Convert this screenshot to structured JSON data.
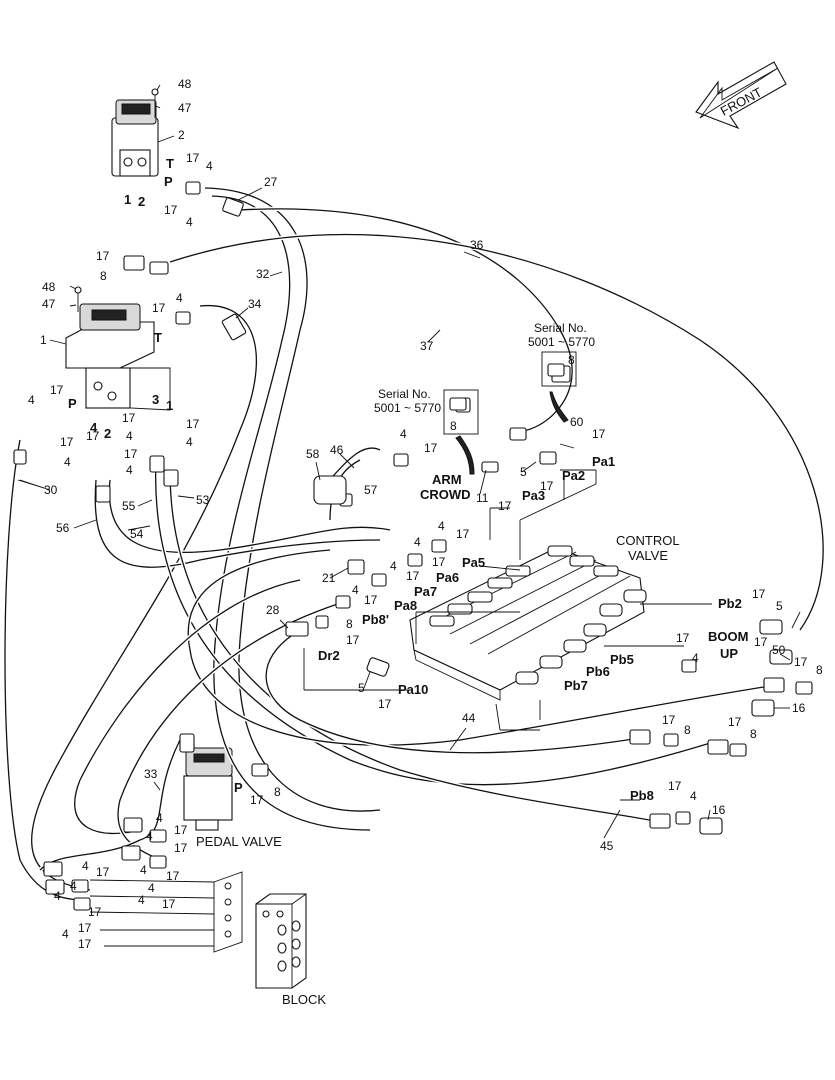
{
  "labels": {
    "front": "FRONT",
    "control_valve_1": "CONTROL",
    "control_valve_2": "VALVE",
    "pedal_valve": "PEDAL VALVE",
    "block": "BLOCK",
    "arm": "ARM",
    "crowd": "CROWD",
    "boom": "BOOM",
    "up": "UP",
    "serial_1a": "Serial No.",
    "serial_1b": "5001 ~ 5770",
    "serial_2a": "Serial No.",
    "serial_2b": "5001 ~ 5770"
  },
  "ports": {
    "pa1": "Pa1",
    "pa2": "Pa2",
    "pa3": "Pa3",
    "pa5": "Pa5",
    "pa6": "Pa6",
    "pa7": "Pa7",
    "pa8": "Pa8",
    "pa10": "Pa10",
    "pb2": "Pb2",
    "pb5": "Pb5",
    "pb6": "Pb6",
    "pb7": "Pb7",
    "pb8": "Pb8",
    "pb8p": "Pb8'",
    "dr2": "Dr2",
    "t1": "T",
    "p1": "P",
    "t2": "T",
    "p2": "P",
    "p3": "P"
  },
  "numbers": {
    "n48a": "48",
    "n47a": "47",
    "n2": "2",
    "n17a": "17",
    "n4a": "4",
    "n17b": "17",
    "n4b": "4",
    "n27": "27",
    "n1a": "1",
    "n2a": "2",
    "n17c": "17",
    "n8a": "8",
    "n32": "32",
    "n36": "36",
    "n48b": "48",
    "n47b": "47",
    "n1": "1",
    "n17d": "17",
    "n4c": "4",
    "n34": "34",
    "n37": "37",
    "n4d": "4",
    "n17e": "17",
    "n3a": "3",
    "n1b": "1",
    "n17f": "17",
    "n17g": "17",
    "n4e": "4",
    "n2b": "2",
    "n4f": "4",
    "n17h": "17",
    "n17i": "17",
    "n4g": "4",
    "n17j": "17",
    "n4h": "4",
    "n4i": "4",
    "n30": "30",
    "n56": "56",
    "n55": "55",
    "n53": "53",
    "n54": "54",
    "n58": "58",
    "n46": "46",
    "n57": "57",
    "n4j": "4",
    "n17k": "17",
    "n8b": "8",
    "n8c": "8",
    "n60": "60",
    "n17l": "17",
    "n5a": "5",
    "n17m": "17",
    "n11": "11",
    "n17n": "17",
    "n4k": "4",
    "n17o": "17",
    "n4l": "4",
    "n17p": "17",
    "n21": "21",
    "n4m": "4",
    "n17q": "17",
    "n4n": "4",
    "n17r": "17",
    "n28": "28",
    "n8d": "8",
    "n17s": "17",
    "n5b": "5",
    "n17t": "17",
    "n17u": "17",
    "n5c": "5",
    "n17v": "17",
    "n50": "50",
    "n17w": "17",
    "n8e": "8",
    "n4o": "4",
    "n16a": "16",
    "n44": "44",
    "n17x": "17",
    "n8f": "8",
    "n17y": "17",
    "n8g": "8",
    "n33": "33",
    "n17z": "17",
    "n8h": "8",
    "n4p": "4",
    "n17aa": "17",
    "n4q": "4",
    "n4r": "4",
    "n17ab": "17",
    "n4s": "4",
    "n17ac": "17",
    "n4t": "4",
    "n17ad": "17",
    "n4u": "4",
    "n17ae": "17",
    "n17af": "17",
    "n4v": "4",
    "n16b": "16",
    "n45": "45",
    "n17ag": "17",
    "n4w": "4",
    "n4x": "4",
    "n17ah": "17",
    "n4y": "4",
    "n17ai": "17",
    "n17aj": "17"
  }
}
